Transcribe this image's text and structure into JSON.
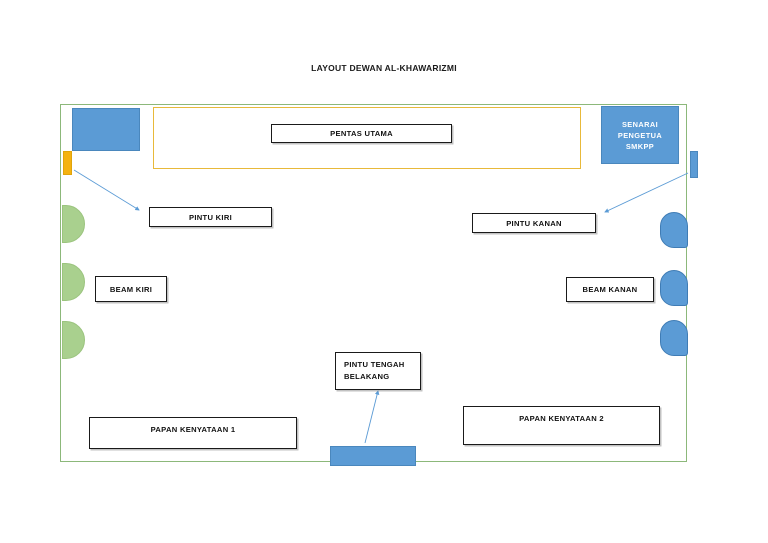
{
  "diagram": {
    "title": "LAYOUT DEWAN AL-KHAWARIZMI",
    "colors": {
      "hall_outline": "#8cb87a",
      "stage_border": "#e8b93a",
      "blue_fill": "#5b9bd5",
      "green_fill": "#a9d08e",
      "orange_fill": "#f5b211",
      "label_border": "#1a1a1a",
      "arrow": "#5b9bd5"
    },
    "stage": {
      "label": "PENTAS UTAMA"
    },
    "principal_list": {
      "line1": "SENARAI",
      "line2": "PENGETUA",
      "line3": "SMKPP"
    },
    "labels": {
      "door_left": "PINTU KIRI",
      "door_right": "PINTU KANAN",
      "beam_left": "BEAM KIRI",
      "beam_right": "BEAM KANAN",
      "door_back_line1": "PINTU TENGAH",
      "door_back_line2": "BELAKANG",
      "notice_board_1": "PAPAN KENYATAAN 1",
      "notice_board_2": "PAPAN KENYATAAN 2"
    },
    "fixtures": {
      "left_wall_count": 3,
      "right_wall_count": 3
    }
  }
}
